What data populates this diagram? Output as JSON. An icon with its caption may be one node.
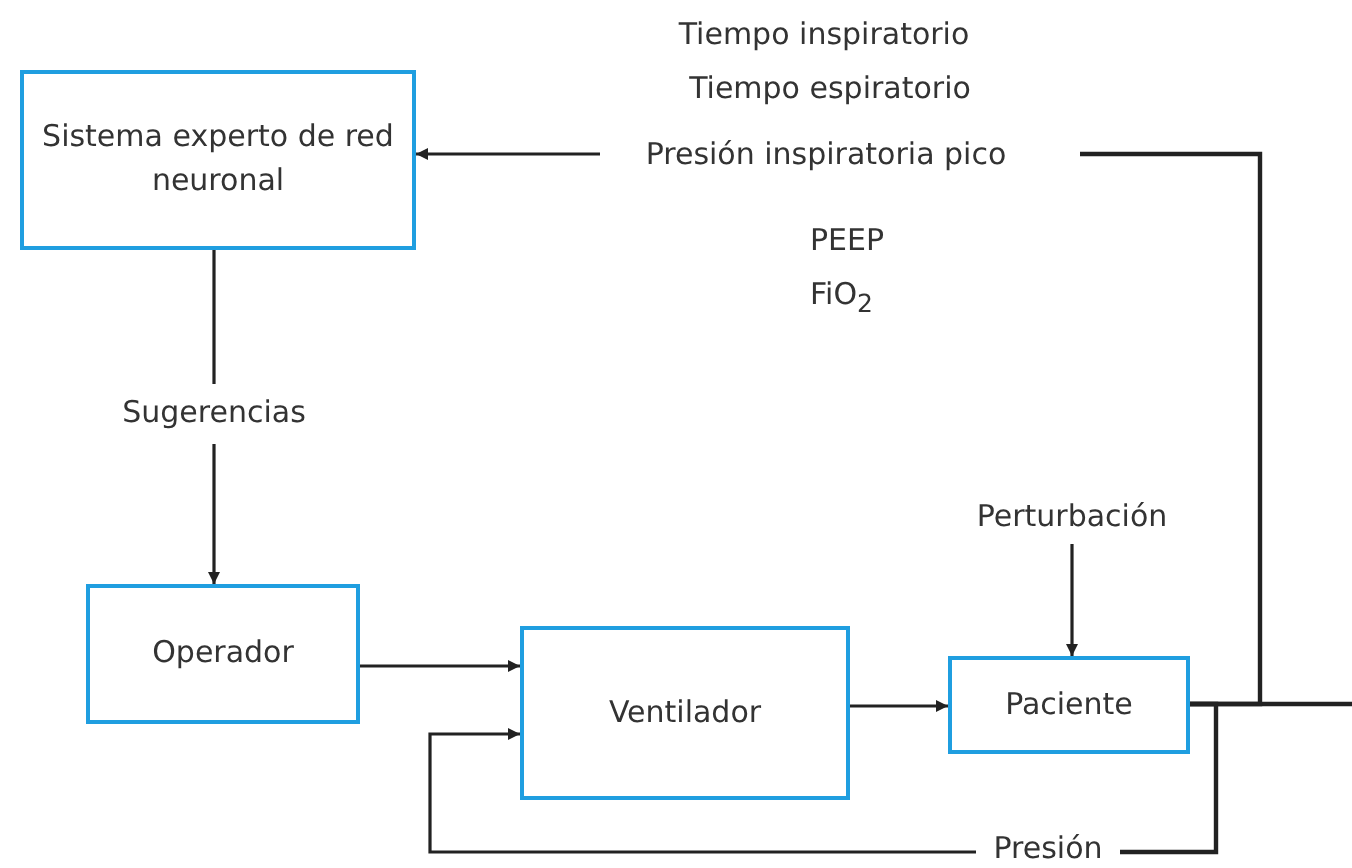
{
  "diagram": {
    "nodes": [
      {
        "text": [
          "Sistema experto de red neuronal"
        ]
      },
      {
        "text": [
          "Tiempo inspiratorio",
          "Tiempo espiratorio",
          "Presión inspiratoria pico",
          "PEEP",
          "FiO$_{2}$"
        ]
      },
      {
        "text": [
          "Sugerencias"
        ]
      },
      {
        "text": [
          "Perturbación"
        ]
      },
      {
        "text": [
          "Operador"
        ]
      },
      {
        "text": [
          "Ventilador"
        ]
      },
      {
        "text": [
          "Paciente"
        ]
      },
      {
        "text": [
          "Presión"
        ]
      }
    ],
    "edges": [
      {
        "from": 6,
        "to": null,
        "arrow": "none"
      },
      {
        "from": 6,
        "to": 1,
        "arrow": "none"
      },
      {
        "from": 1,
        "to": 0,
        "arrow": "to"
      },
      {
        "from": 0,
        "to": 2,
        "arrow": "none"
      },
      {
        "from": 2,
        "to": 4,
        "arrow": "to"
      },
      {
        "from": 4,
        "to": 5,
        "arrow": "to"
      },
      {
        "from": 5,
        "to": 6,
        "arrow": "to"
      },
      {
        "from": 3,
        "to": 6,
        "arrow": "to"
      },
      {
        "from": 6,
        "to": 7,
        "arrow": "none"
      },
      {
        "from": 7,
        "to": 5,
        "arrow": "to"
      }
    ]
  }
}
